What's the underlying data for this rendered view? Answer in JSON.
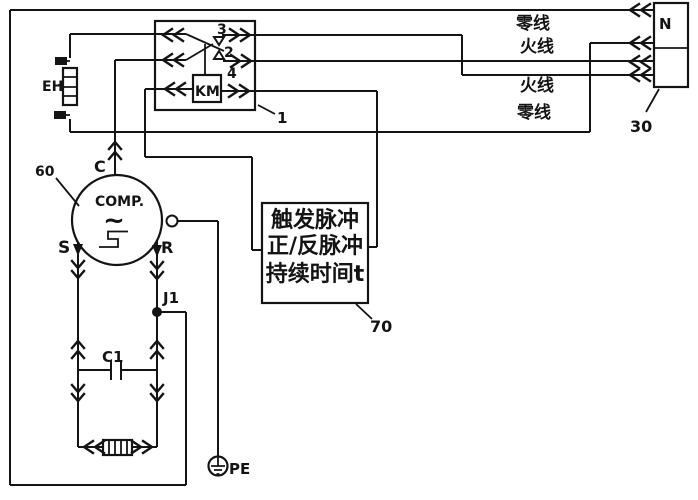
{
  "diagram": {
    "power_source": {
      "terminal_label": "N",
      "ref": "30",
      "wire_labels": {
        "top": "零线",
        "live1": "火线",
        "live2": "火线",
        "bottom": "零线"
      }
    },
    "switch_unit": {
      "ref": "1",
      "contact3": "3",
      "contact2": "2",
      "contact4": "4",
      "coil": "KM"
    },
    "heater": {
      "label": "EH"
    },
    "compressor": {
      "ref": "60",
      "name": "COMP.",
      "ac_symbol": "~",
      "terminal_c": "C",
      "terminal_s": "S",
      "terminal_r": "R"
    },
    "junction_j1": {
      "label": "J1"
    },
    "capacitor_c1": {
      "label": "C1"
    },
    "protective_earth": {
      "label": "PE"
    },
    "trigger_module": {
      "ref": "70",
      "line1": "触发脉冲",
      "line2": "正/反脉冲",
      "line3": "持续时间t"
    }
  }
}
